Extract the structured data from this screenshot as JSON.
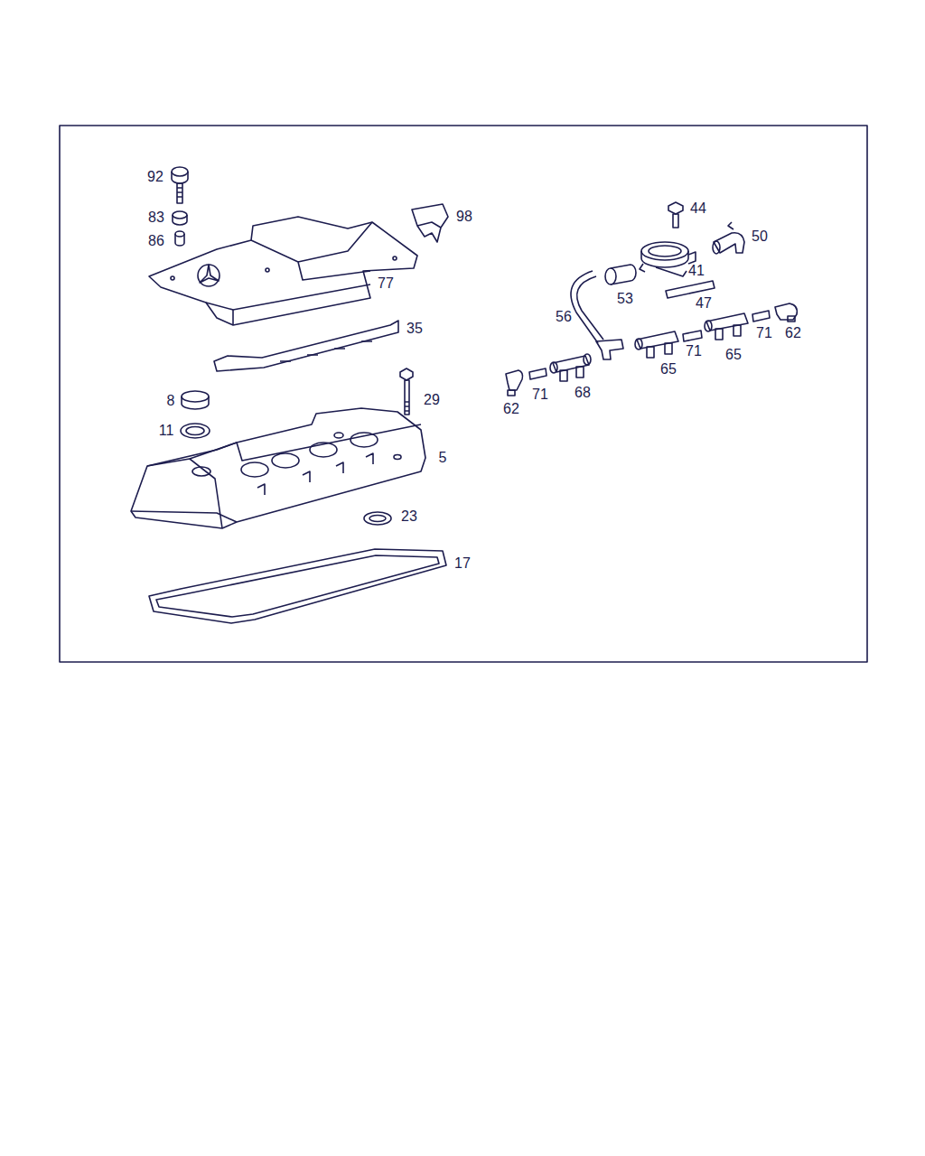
{
  "diagram": {
    "labels": [
      "92",
      "83",
      "86",
      "98",
      "77",
      "35",
      "8",
      "11",
      "29",
      "5",
      "23",
      "17",
      "44",
      "50",
      "41",
      "53",
      "47",
      "56",
      "71",
      "62",
      "71",
      "65",
      "65",
      "68",
      "71",
      "62"
    ]
  }
}
